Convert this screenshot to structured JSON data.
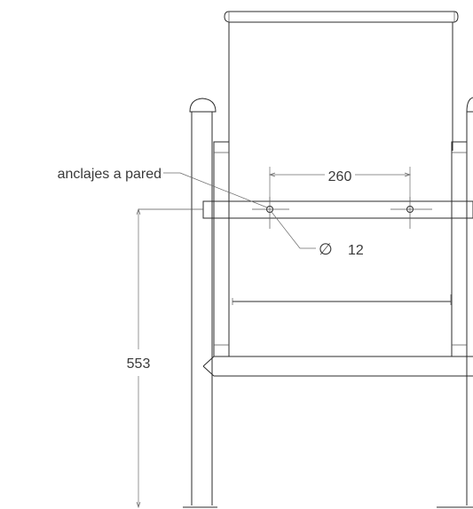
{
  "labels": {
    "anchor_label": "anclajes a pared",
    "spacing_dimension": "260",
    "diameter_symbol": "∅",
    "diameter_value": "12",
    "height_dimension": "553"
  },
  "colors": {
    "line": "#2b2b2b",
    "dimension": "#6b6b6b",
    "background": "#ffffff"
  }
}
